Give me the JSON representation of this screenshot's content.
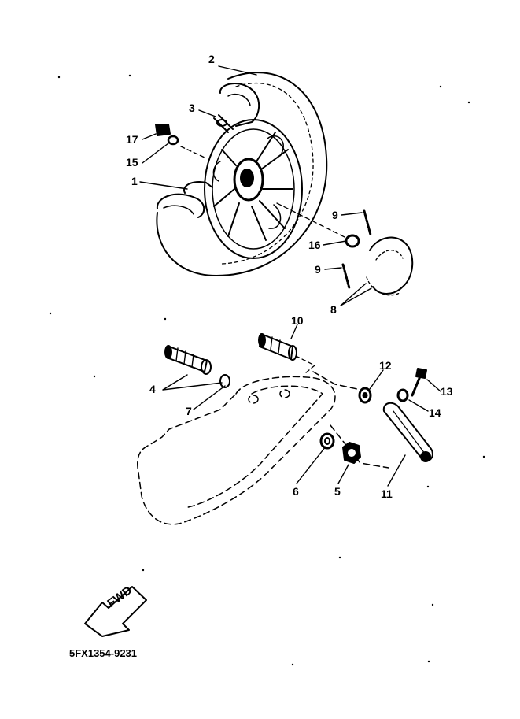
{
  "diagram": {
    "callouts": {
      "n1": "1",
      "n2": "2",
      "n3": "3",
      "n4": "4",
      "n5": "5",
      "n6": "6",
      "n7": "7",
      "n8": "8",
      "n9a": "9",
      "n9b": "9",
      "n10": "10",
      "n11": "11",
      "n12": "12",
      "n13": "13",
      "n14": "14",
      "n15": "15",
      "n16": "16",
      "n17": "17"
    },
    "fwd_badge": "FWD",
    "drawing_code": "5FX1354-9231"
  }
}
